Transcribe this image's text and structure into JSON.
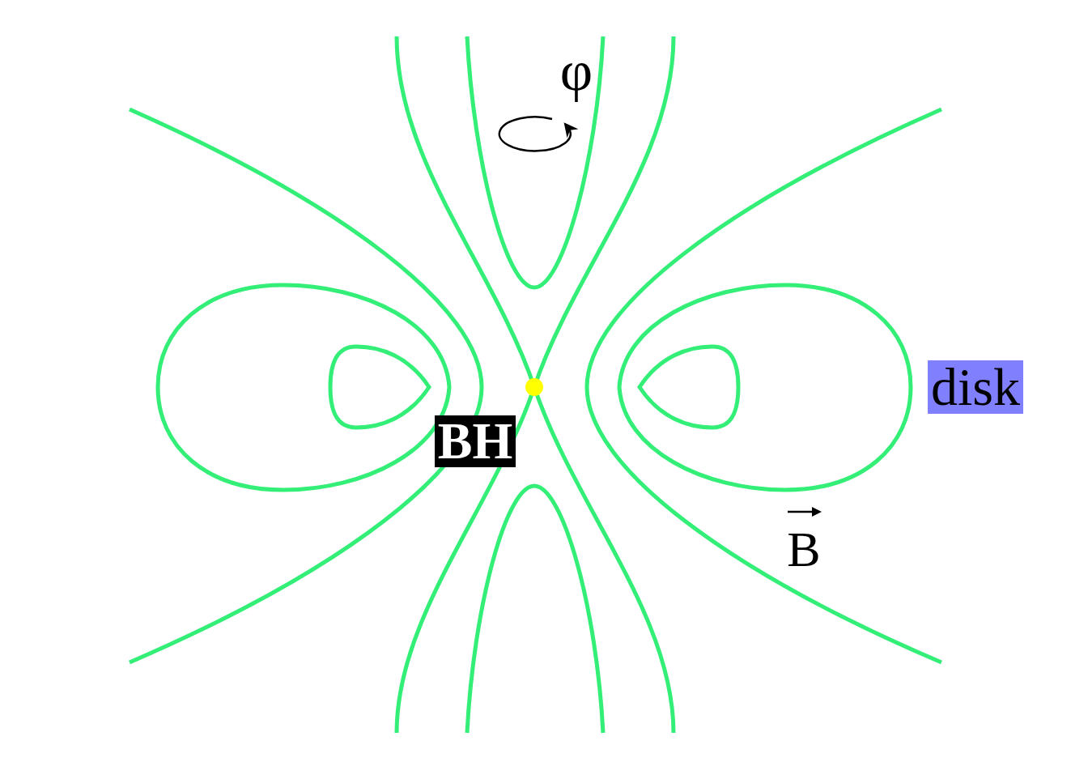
{
  "diagram": {
    "nodes": [
      {
        "text": [
          "BH"
        ]
      },
      {
        "text": [
          "disk"
        ]
      }
    ],
    "labels": [
      "φ",
      "B"
    ]
  }
}
